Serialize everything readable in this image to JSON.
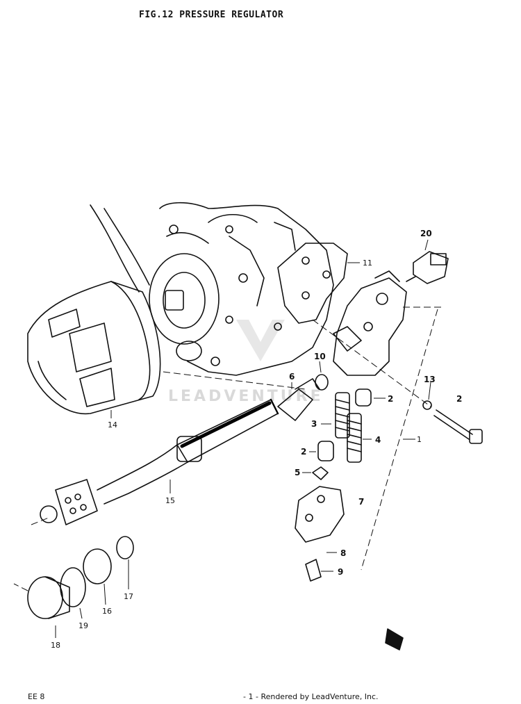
{
  "title": "FIG.12  PRESSURE REGULATOR",
  "watermark": "LEADVENTURE",
  "footer_left": "ЕЕ 8",
  "footer_center": "- 1  -",
  "footer_credit": "Rendered by LeadVenture, Inc.",
  "callouts": {
    "c1": "1",
    "c2a": "2",
    "c2b": "2",
    "c2c": "2",
    "c3": "3",
    "c4": "4",
    "c5": "5",
    "c6": "6",
    "c7": "7",
    "c8": "8",
    "c9": "9",
    "c10": "10",
    "c11": "11",
    "c13": "13",
    "c14": "14",
    "c15": "15",
    "c16": "16",
    "c17": "17",
    "c18": "18",
    "c19": "19",
    "c20": "20"
  },
  "arrow_icon": "front-arrow-icon"
}
